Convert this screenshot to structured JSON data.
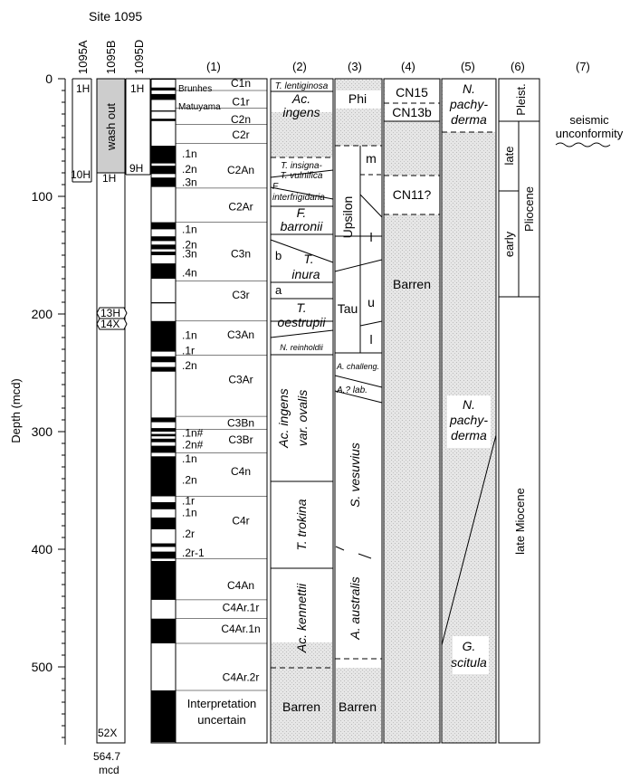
{
  "site_title": "Site 1095",
  "axis": {
    "label": "Depth (mcd)",
    "ticks": [
      "0",
      "100",
      "200",
      "300",
      "400",
      "500"
    ],
    "tick_values": [
      0,
      100,
      200,
      300,
      400,
      500
    ],
    "range": [
      0,
      564.7
    ]
  },
  "holes": {
    "headers": [
      "1095A",
      "1095B",
      "1095D"
    ],
    "A": {
      "top": "1H",
      "bottom": "10H",
      "bottom_depth": 88
    },
    "B": {
      "top": "wash out",
      "wash_out_depth": 80,
      "core_after": "1H",
      "mid1": "13H",
      "mid2": "14X",
      "bottom": "52X",
      "total": "564.7",
      "units": "mcd"
    },
    "D": {
      "top": "1H",
      "bottom": "9H",
      "bottom_depth": 83
    }
  },
  "columns": [
    "(1)",
    "(2)",
    "(3)",
    "(4)",
    "(5)",
    "(6)",
    "(7)"
  ],
  "col1": {
    "chron_labels": [
      {
        "text": "C1n",
        "d": 3
      },
      {
        "text": "C1r",
        "d": 19
      },
      {
        "text": "C2n",
        "d": 34
      },
      {
        "text": "C2r",
        "d": 47
      },
      {
        "text": "C2An",
        "d": 77
      },
      {
        "text": "C2Ar",
        "d": 108
      },
      {
        "text": "C3n",
        "d": 148
      },
      {
        "text": "C3r",
        "d": 183
      },
      {
        "text": "C3An",
        "d": 217
      },
      {
        "text": "C3Ar",
        "d": 255
      },
      {
        "text": "C3Bn",
        "d": 292
      },
      {
        "text": "C3Br",
        "d": 306
      },
      {
        "text": "C4n",
        "d": 333
      },
      {
        "text": "C4r",
        "d": 375
      },
      {
        "text": "C4An",
        "d": 430
      },
      {
        "text": "C4Ar.1r",
        "d": 449
      },
      {
        "text": "C4Ar.1n",
        "d": 467
      },
      {
        "text": "C4Ar.2r",
        "d": 508
      }
    ],
    "sub_labels": [
      {
        "text": ".1n",
        "d": 64
      },
      {
        "text": ".2n",
        "d": 77
      },
      {
        "text": ".3n",
        "d": 88
      },
      {
        "text": ".1n",
        "d": 128
      },
      {
        "text": ".2n",
        "d": 141
      },
      {
        "text": ".3n",
        "d": 149
      },
      {
        "text": ".4n",
        "d": 165
      },
      {
        "text": ".1n",
        "d": 218
      },
      {
        "text": ".1r",
        "d": 231
      },
      {
        "text": ".2n",
        "d": 244
      },
      {
        "text": ".1n#",
        "d": 301
      },
      {
        "text": ".2n#",
        "d": 311
      },
      {
        "text": ".1n",
        "d": 323
      },
      {
        "text": ".2n",
        "d": 341
      },
      {
        "text": ".1r",
        "d": 359
      },
      {
        "text": ".1n",
        "d": 369
      },
      {
        "text": ".2r",
        "d": 387
      },
      {
        "text": ".2r-1",
        "d": 403
      }
    ],
    "brunhes": "Brunhes",
    "matuyama": "Matuyama",
    "uncertain_1": "Interpretation",
    "uncertain_2": "uncertain",
    "black_bands": [
      [
        0,
        0.8
      ],
      [
        7.5,
        10
      ],
      [
        13,
        18
      ],
      [
        27,
        28
      ],
      [
        34,
        36
      ],
      [
        57,
        72
      ],
      [
        74,
        81
      ],
      [
        84,
        92
      ],
      [
        122,
        128
      ],
      [
        134,
        138
      ],
      [
        141,
        145
      ],
      [
        147,
        150
      ],
      [
        157,
        170
      ],
      [
        190,
        191
      ],
      [
        206,
        232
      ],
      [
        236,
        241
      ],
      [
        245,
        249
      ],
      [
        288,
        292
      ],
      [
        297,
        300
      ],
      [
        302,
        304
      ],
      [
        306,
        309
      ],
      [
        312,
        318
      ],
      [
        321,
        355
      ],
      [
        360,
        366
      ],
      [
        373,
        383
      ],
      [
        395,
        398
      ],
      [
        402,
        408
      ],
      [
        410,
        443
      ],
      [
        459,
        480
      ],
      [
        520,
        564
      ]
    ]
  },
  "col2": {
    "t_lentiginosa": "T. lentiginosa",
    "ac_ingens_1": "Ac.",
    "ac_ingens_2": "ingens",
    "t_insigna": "T. insigna-",
    "t_vulnifica": "T. vulnifica",
    "f_interfrigidaria_1": "F.",
    "f_interfrigidaria_2": "interfrigidaria",
    "f_barronii_1": "F.",
    "f_barronii_2": "barronii",
    "t_inura_1": "T.",
    "t_inura_2": "inura",
    "sub_b": "b",
    "sub_a": "a",
    "t_oestrupii_1": "T.",
    "t_oestrupii_2": "oestrupii",
    "n_reinholdii": "N. reinholdii",
    "ac_ingens_ovalis_1": "Ac. ingens",
    "ac_ingens_ovalis_2": "var. ovalis",
    "t_trokina": "T. trokina",
    "ac_kennettii": "Ac. kennettii",
    "barren": "Barren"
  },
  "col3": {
    "phi": "Phi",
    "upsilon": "Upsilon",
    "m": "m",
    "l1": "l",
    "tau": "Tau",
    "u": "u",
    "l2": "l",
    "a_challeng": "A. challeng.",
    "a_lab": "A.? lab.",
    "s_vesuvius": "S. vesuvius",
    "a_australis": "A. australis",
    "barren": "Barren"
  },
  "col4": {
    "cn15": "CN15",
    "cn13b": "CN13b",
    "cn11": "CN11?",
    "barren": "Barren"
  },
  "col5": {
    "top_1": "N.",
    "top_2": "pachy-",
    "top_3": "derma",
    "mid_1": "N.",
    "mid_2": "pachy-",
    "mid_3": "derma",
    "bot_1": "G.",
    "bot_2": "scitula"
  },
  "col6": {
    "pleist": "Pleist.",
    "late": "late",
    "early": "early",
    "pliocene": "Pliocene",
    "late_miocene": "late Miocene"
  },
  "col7": {
    "seismic": "seismic",
    "unconformity": "unconformity"
  }
}
